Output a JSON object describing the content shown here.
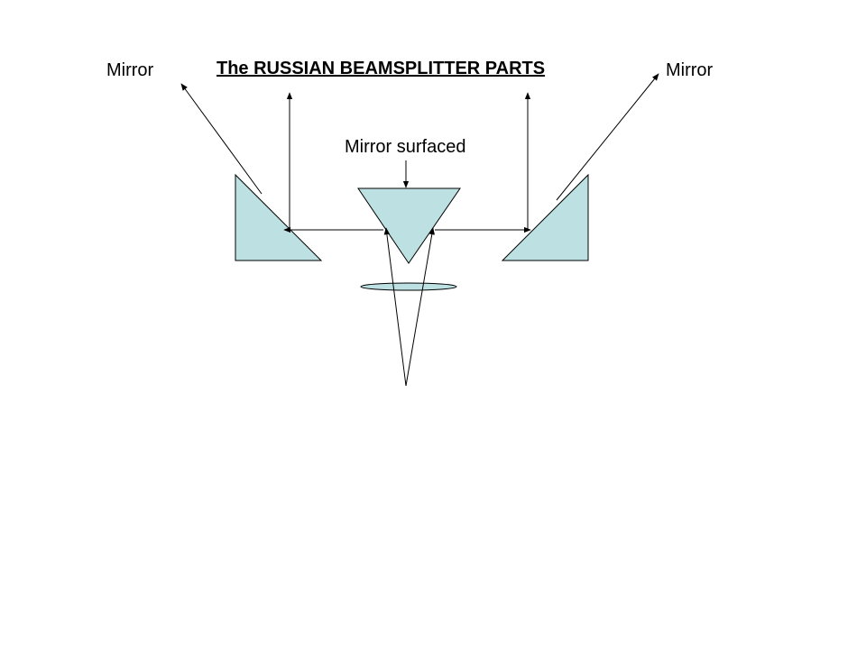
{
  "title": "The RUSSIAN BEAMSPLITTER PARTS",
  "labels": {
    "mirror_left": "Mirror",
    "mirror_right": "Mirror",
    "mirror_surfaced": "Mirror surfaced"
  },
  "colors": {
    "prism_fill": "#bde1e2",
    "outline": "#000000",
    "background": "#ffffff"
  }
}
